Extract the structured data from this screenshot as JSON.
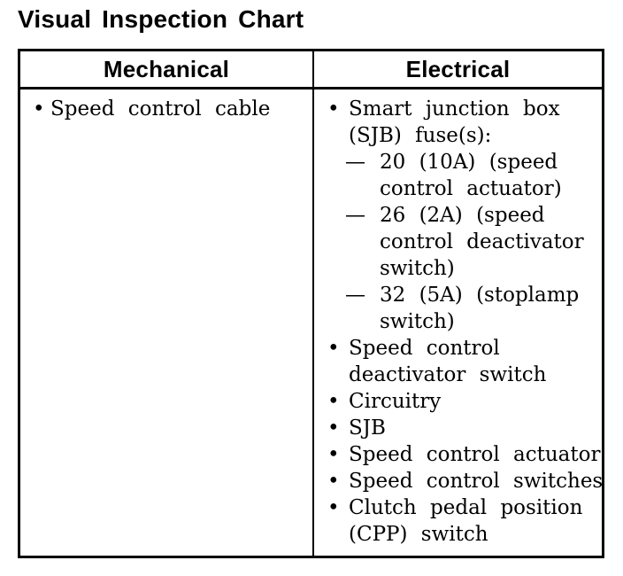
{
  "title": "Visual Inspection Chart",
  "colors": {
    "ink": "#000000",
    "paper": "#ffffff"
  },
  "table": {
    "headers": [
      {
        "label": "Mechanical"
      },
      {
        "label": "Electrical"
      }
    ],
    "marker_glyphs": {
      "bullet": "•",
      "dash": "—"
    },
    "mechanical_items": [
      {
        "marker": "bullet",
        "lines": [
          "Speed control cable"
        ]
      }
    ],
    "electrical_items": [
      {
        "marker": "bullet",
        "lines": [
          "Smart junction box",
          "(SJB) fuse(s):"
        ]
      },
      {
        "marker": "dash",
        "lines": [
          "20 (10A) (speed",
          "control actuator)"
        ]
      },
      {
        "marker": "dash",
        "lines": [
          "26 (2A) (speed",
          "control deactivator",
          "switch)"
        ]
      },
      {
        "marker": "dash",
        "lines": [
          "32 (5A) (stoplamp",
          "switch)"
        ]
      },
      {
        "marker": "bullet",
        "lines": [
          "Speed control",
          "deactivator switch"
        ]
      },
      {
        "marker": "bullet",
        "lines": [
          "Circuitry"
        ]
      },
      {
        "marker": "bullet",
        "lines": [
          "SJB"
        ]
      },
      {
        "marker": "bullet",
        "lines": [
          "Speed control actuator"
        ]
      },
      {
        "marker": "bullet",
        "lines": [
          "Speed control switches"
        ]
      },
      {
        "marker": "bullet",
        "lines": [
          "Clutch pedal position",
          "(CPP) switch"
        ]
      }
    ]
  }
}
